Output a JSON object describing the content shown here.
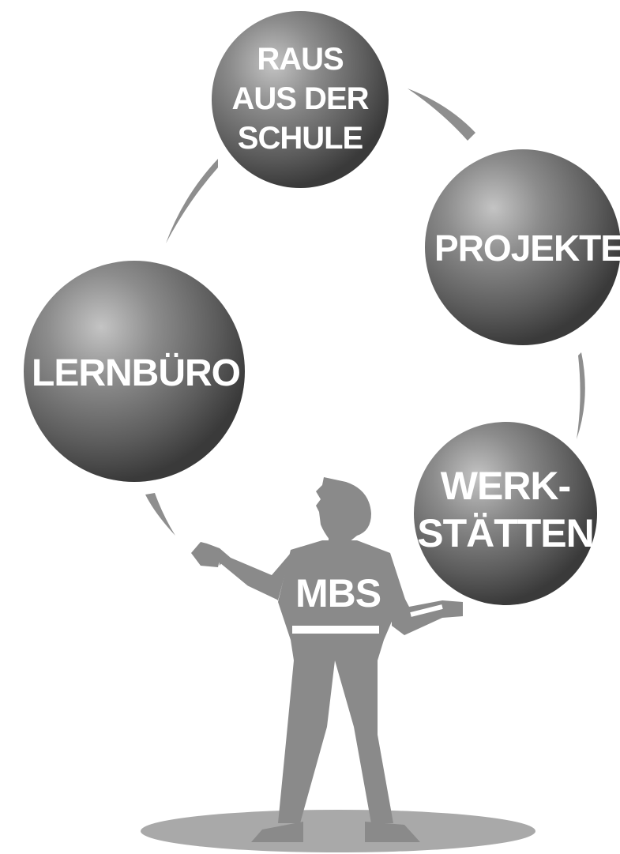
{
  "diagram": {
    "balls": [
      {
        "id": "raus",
        "lines": [
          "RAUS",
          "AUS DER",
          "SCHULE"
        ]
      },
      {
        "id": "projekte",
        "lines": [
          "PROJEKTE"
        ]
      },
      {
        "id": "werkstaetten",
        "lines": [
          "WERK-",
          "STÄTTEN"
        ]
      },
      {
        "id": "lernbuero",
        "lines": [
          "LERNBÜRO"
        ]
      }
    ],
    "figure": {
      "shirt_label": "MBS"
    },
    "colors": {
      "ball_light": "#b8b8b8",
      "ball_mid": "#7a7a7a",
      "ball_dark": "#3f3f3f",
      "figure": "#8a8a8a",
      "shadow": "#a9a9a9",
      "arc": "#8e8e8e"
    }
  }
}
